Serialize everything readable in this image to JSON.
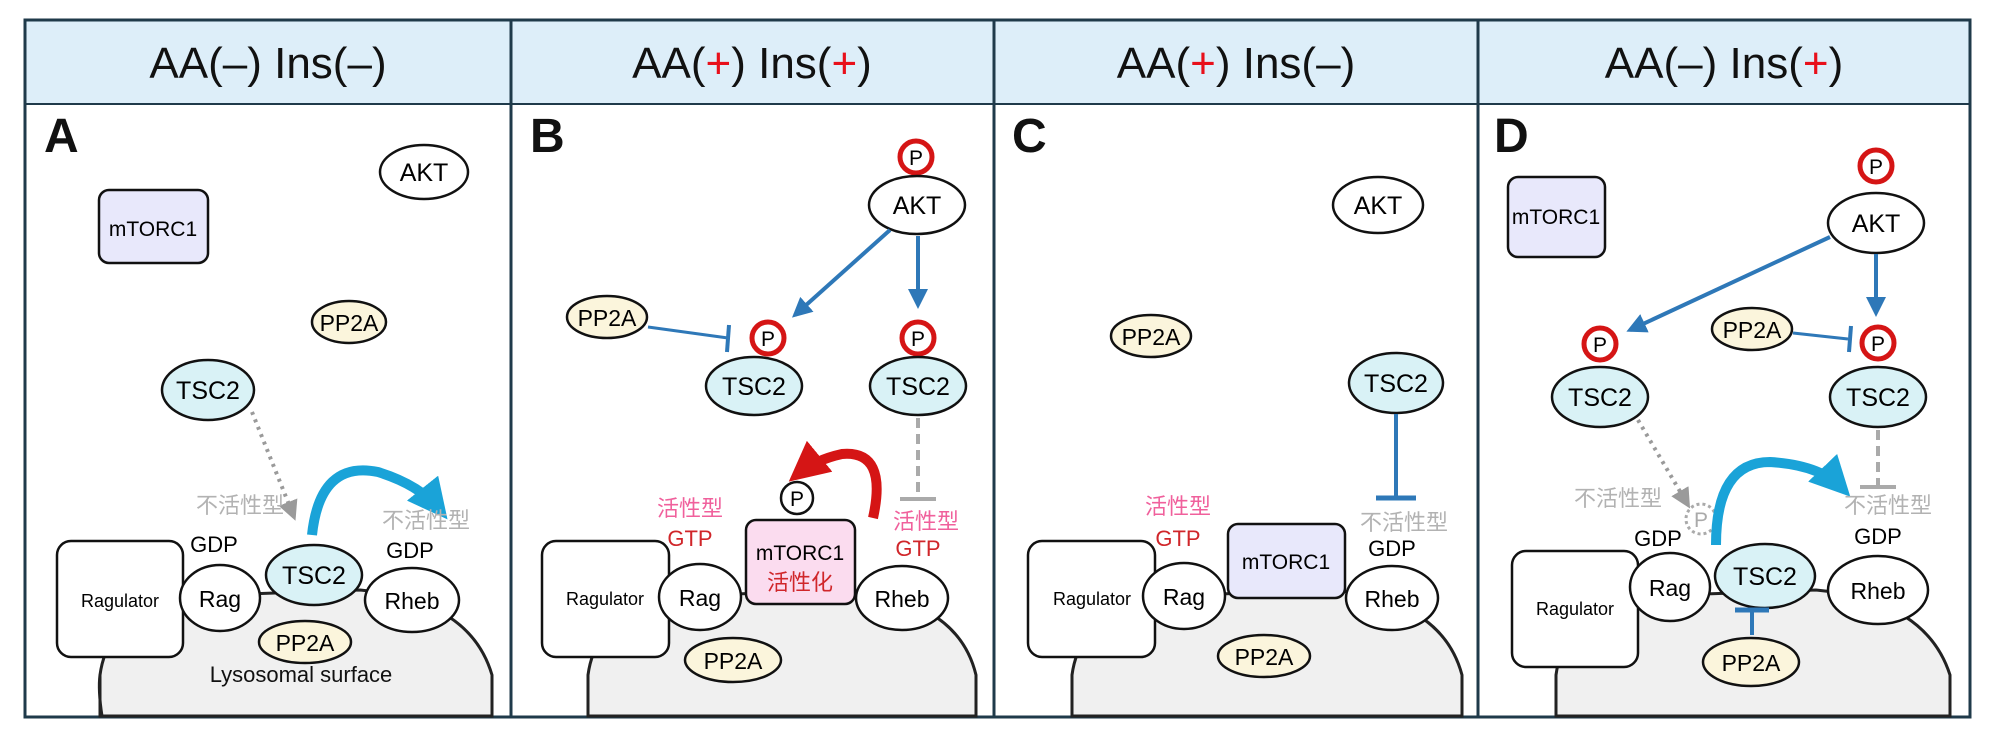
{
  "panels": [
    {
      "id": "A",
      "letter": "A",
      "title": {
        "p1": "AA(",
        "s1": "–",
        "p2": ") Ins(",
        "s2": "–",
        "p3": ")"
      }
    },
    {
      "id": "B",
      "letter": "B",
      "title": {
        "p1": "AA(",
        "s1": "+",
        "p2": ") Ins(",
        "s2": "+",
        "p3": ")"
      }
    },
    {
      "id": "C",
      "letter": "C",
      "title": {
        "p1": "AA(",
        "s1": "+",
        "p2": ") Ins(",
        "s2": "–",
        "p3": ")"
      }
    },
    {
      "id": "D",
      "letter": "D",
      "title": {
        "p1": "AA(",
        "s1": "–",
        "p2": ") Ins(",
        "s2": "+",
        "p3": ")"
      }
    }
  ],
  "labels": {
    "akt": "AKT",
    "mtorc1": "mTORC1",
    "pp2a": "PP2A",
    "tsc2": "TSC2",
    "ragulator": "Ragulator",
    "rag": "Rag",
    "rheb": "Rheb",
    "gdp": "GDP",
    "gtp": "GTP",
    "phospho": "P",
    "inactive": "不活性型",
    "active": "活性型",
    "activated": "活性化",
    "lysosome": "Lysosomal surface"
  },
  "colors": {
    "plus_sign": "#e8101b",
    "minus_sign": "#111111",
    "header_bg": "#ddeef9",
    "panel_border": "#1f3a4a",
    "tsc2_fill": "#d9f2f6",
    "pp2a_fill": "#fbf5dc",
    "mtorc1_fill": "#e8e8fb",
    "mtorc1_active_fill": "#fbdcef",
    "active_text": "#f0609c",
    "gtp_text": "#d0262a",
    "inactive_text": "#b2b2b2",
    "blue_arrow": "#2e78b8",
    "cyan_arrow": "#1aa3d8",
    "red_arrow": "#d51515",
    "gray_dashed": "#9a9a9a",
    "lysosome_fill": "#f0f0f0"
  }
}
